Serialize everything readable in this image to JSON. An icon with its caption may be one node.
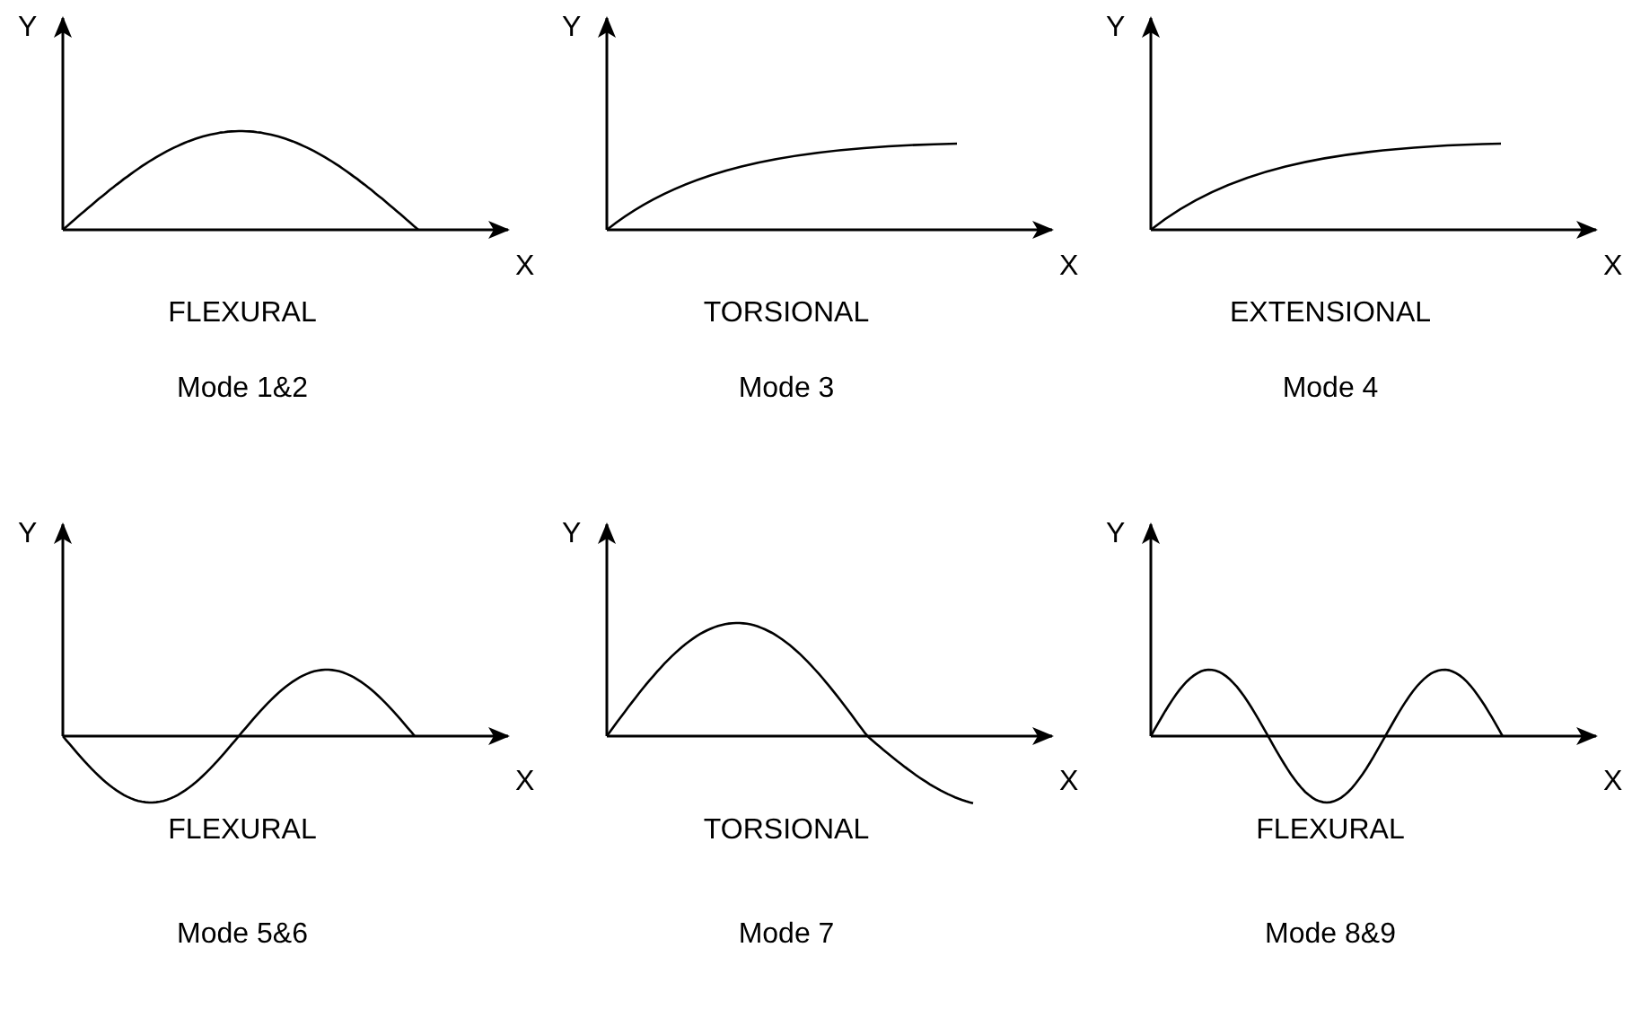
{
  "diagram": {
    "labels": [
      "Y",
      "Y",
      "Y",
      "X",
      "X",
      "X",
      "FLEXURAL",
      "TORSIONAL",
      "EXTENSIONAL",
      "Mode 1&2",
      "Mode 3",
      "Mode 4",
      "Y",
      "Y",
      "Y",
      "X",
      "X",
      "X",
      "FLEXURAL",
      "TORSIONAL",
      "FLEXURAL",
      "Mode 5&6",
      "Mode 7",
      "Mode 8&9"
    ]
  }
}
